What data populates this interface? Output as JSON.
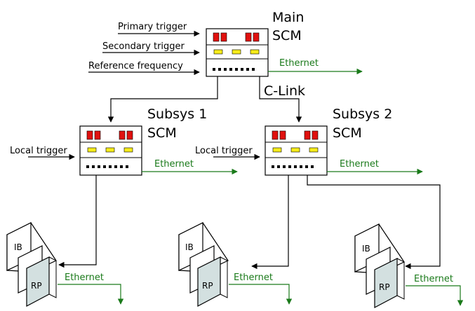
{
  "colors": {
    "ethernet": "#1a7a1a",
    "led_red": "#e0110f",
    "led_yellow": "#f6ec1a",
    "rp_fill": "#d3e0e0",
    "line": "#000000"
  },
  "main_scm": {
    "title_line1": "Main",
    "title_line2": "SCM",
    "inputs": [
      "Primary trigger",
      "Secondary trigger",
      "Reference frequency"
    ],
    "ethernet_label": "Ethernet"
  },
  "clink_label": "C-Link",
  "subsys1": {
    "title_line1": "Subsys 1",
    "title_line2": "SCM",
    "input": "Local trigger",
    "ethernet_label": "Ethernet"
  },
  "subsys2": {
    "title_line1": "Subsys 2",
    "title_line2": "SCM",
    "input": "Local trigger",
    "ethernet_label": "Ethernet"
  },
  "crates": [
    {
      "ib_label": "IB",
      "rp_label": "RP",
      "ethernet_label": "Ethernet"
    },
    {
      "ib_label": "IB",
      "rp_label": "RP",
      "ethernet_label": "Ethernet"
    },
    {
      "ib_label": "IB",
      "rp_label": "RP",
      "ethernet_label": "Ethernet"
    }
  ]
}
